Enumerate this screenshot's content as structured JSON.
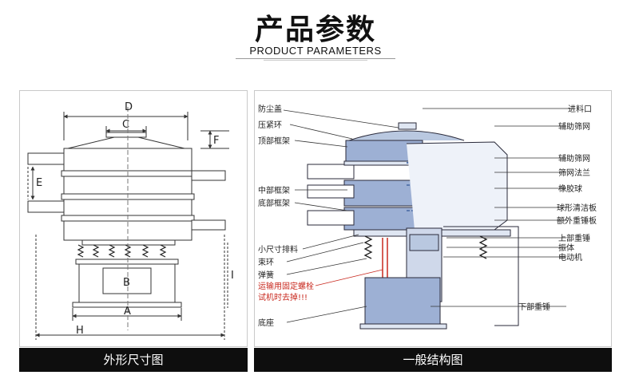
{
  "header": {
    "title": "产品参数",
    "subtitle": "PRODUCT PARAMETERS"
  },
  "left_panel": {
    "caption": "外形尺寸图",
    "dims": {
      "D": "D",
      "C": "C",
      "F": "F",
      "E": "E",
      "B": "B",
      "I": "I",
      "A": "A",
      "H": "H"
    }
  },
  "right_panel": {
    "caption": "一般结构图",
    "labels_left": {
      "dust_cover": "防尘盖",
      "clamp_ring": "压紧环",
      "top_frame": "顶部框架",
      "mid_frame": "中部框架",
      "bottom_frame": "底部框架",
      "small_outlet": "小尺寸排料",
      "bundle_ring": "束环",
      "spring": "弹簧",
      "transport_note_1": "运输用固定螺栓",
      "transport_note_2": "试机时去掉!!!",
      "base": "底座"
    },
    "labels_right": {
      "inlet": "进料口",
      "aux_screen_1": "辅助筛网",
      "aux_screen_2": "辅助筛网",
      "screen_flange": "筛网法兰",
      "rubber_ball": "橡胶球",
      "ball_clean_plate": "球形清洁板",
      "extra_weight_plate": "额外重锤板",
      "upper_weight": "上部重锤",
      "vibrator_body": "振体",
      "motor": "电动机",
      "lower_weight": "下部重锤"
    },
    "colors": {
      "note_red": "#c8281e",
      "part_blue": "#5b79ae",
      "line_dark": "#2a2a3a"
    }
  }
}
